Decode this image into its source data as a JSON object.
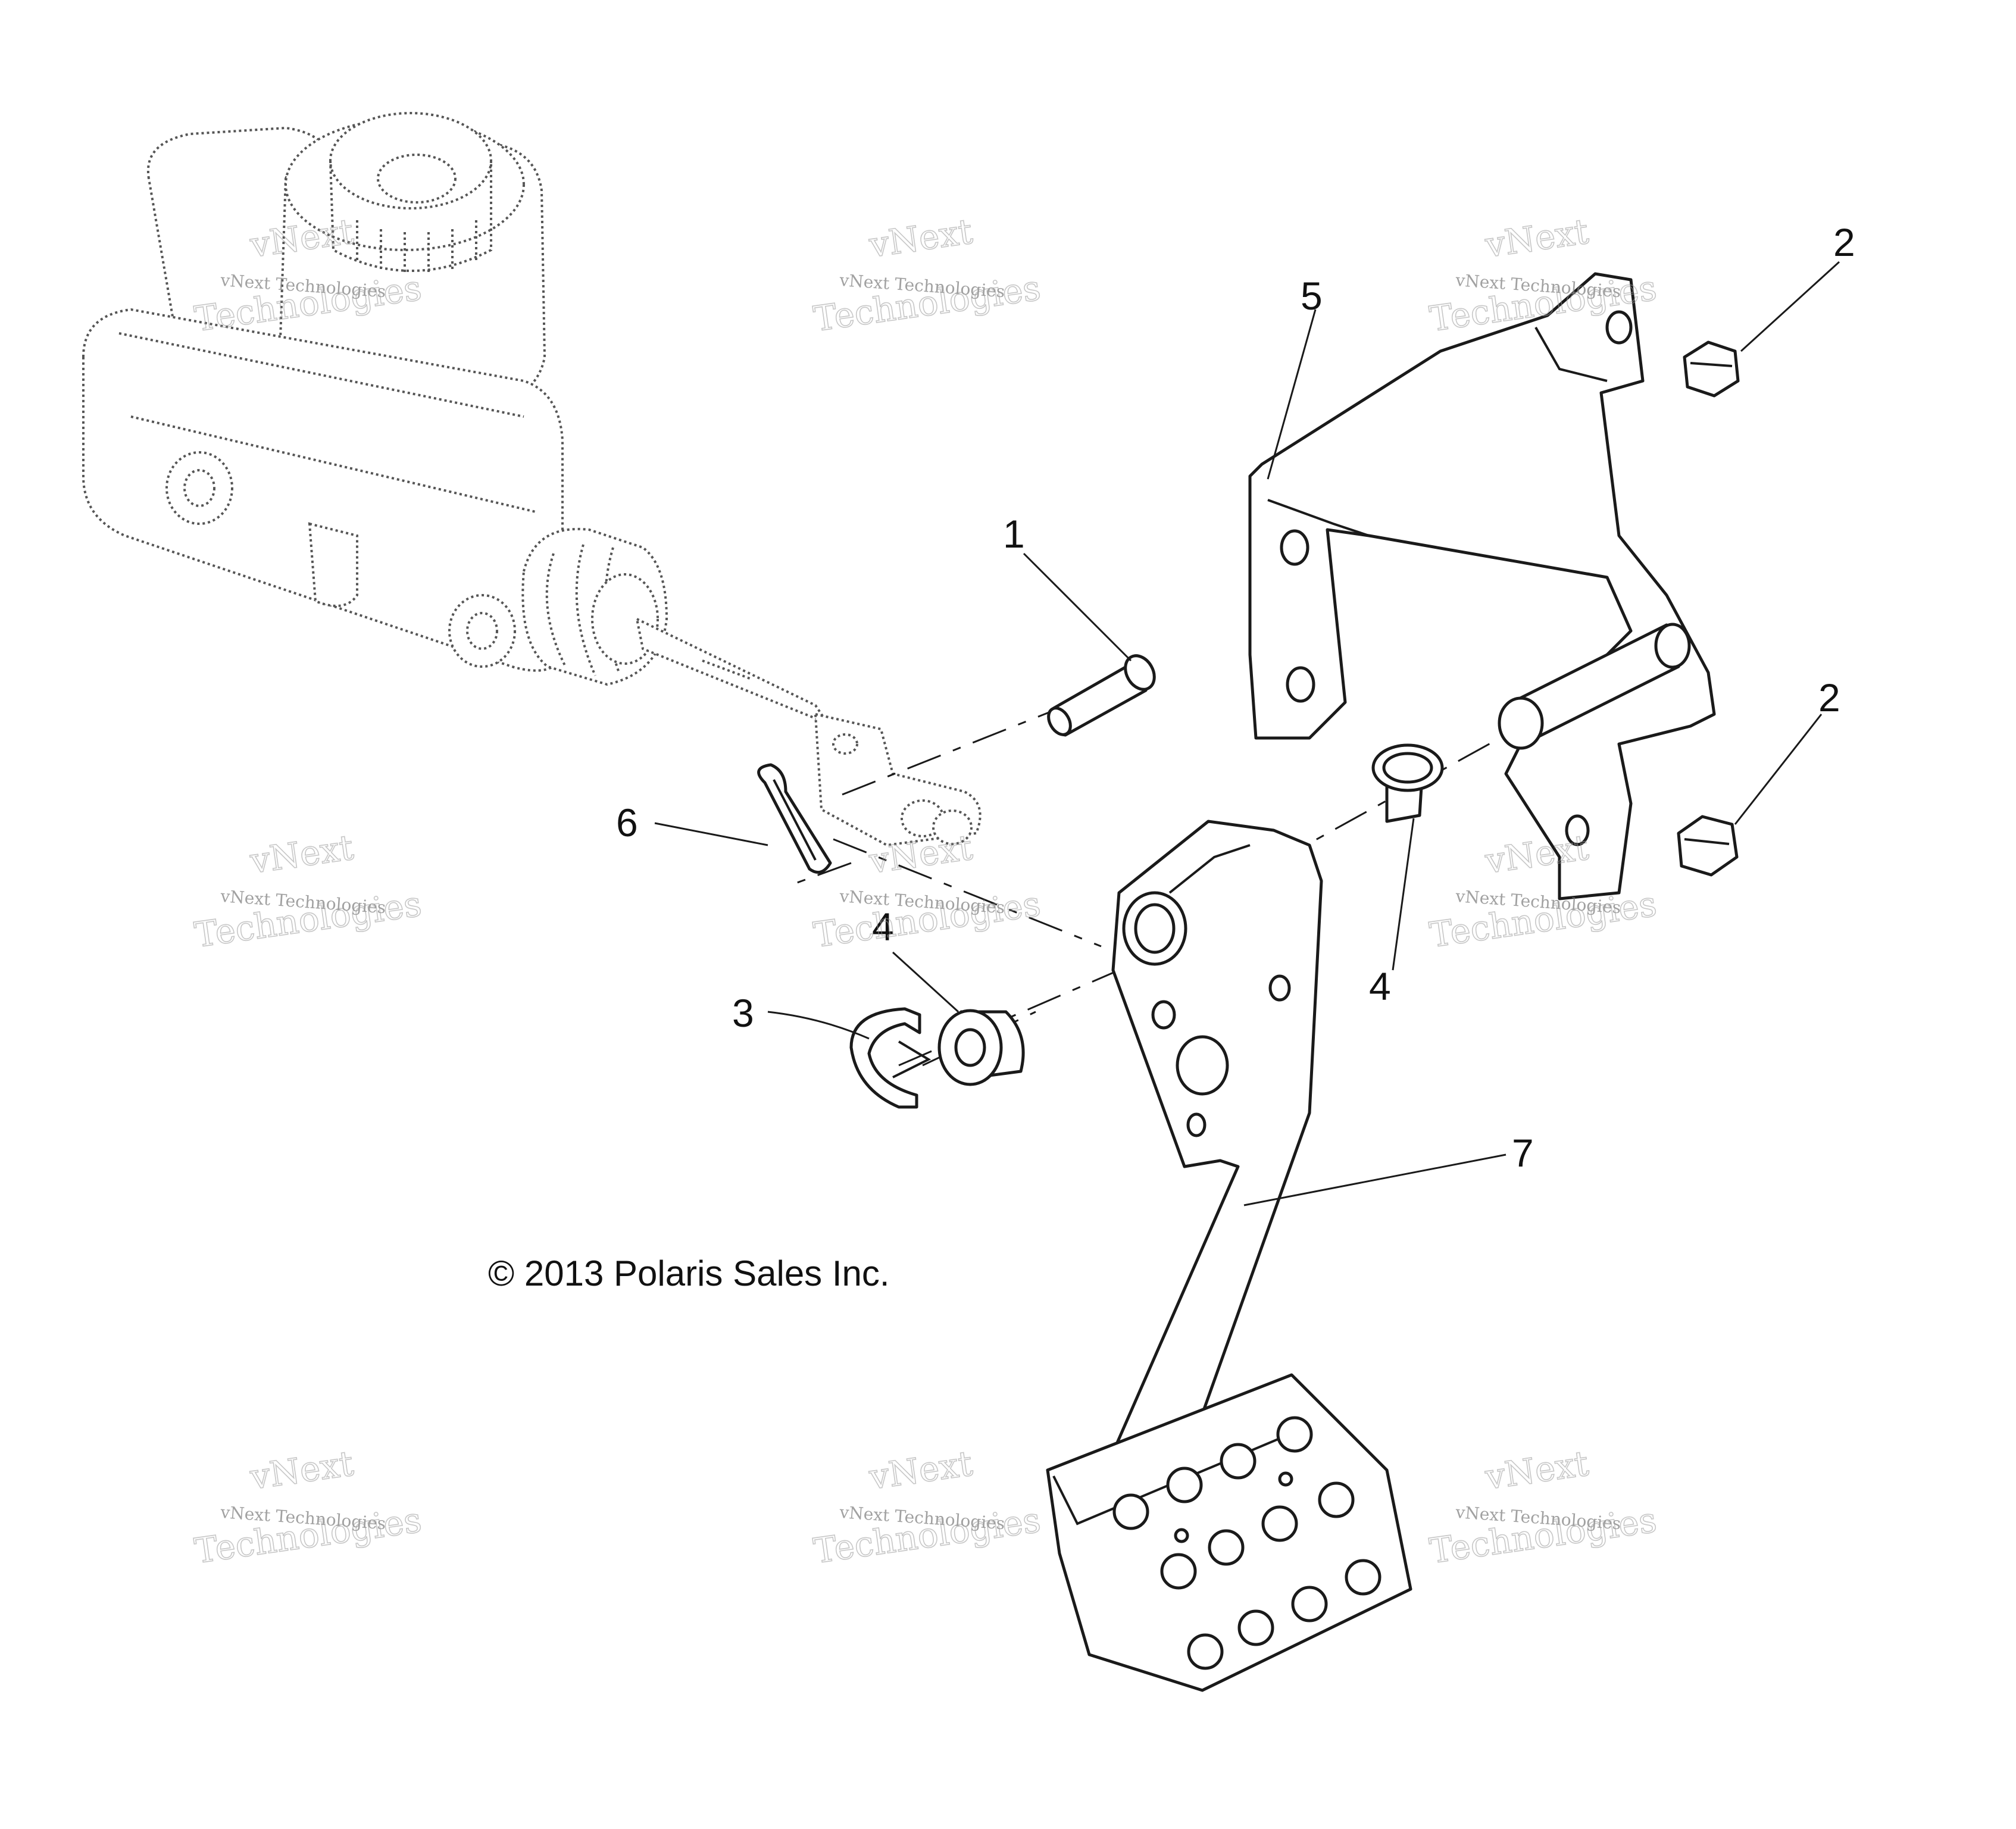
{
  "callouts": [
    {
      "id": "pin",
      "label": "1"
    },
    {
      "id": "nut-upper",
      "label": "2"
    },
    {
      "id": "nut-lower",
      "label": "2"
    },
    {
      "id": "e-clip",
      "label": "3"
    },
    {
      "id": "bushing-left",
      "label": "4"
    },
    {
      "id": "bushing-right",
      "label": "4"
    },
    {
      "id": "bracket",
      "label": "5"
    },
    {
      "id": "cotter-pin",
      "label": "6"
    },
    {
      "id": "pedal",
      "label": "7"
    }
  ],
  "copyright": "© 2013 Polaris Sales Inc.",
  "watermark": {
    "line1": "vNext Technologies",
    "line2": "vNext",
    "line3": "Technologies"
  }
}
